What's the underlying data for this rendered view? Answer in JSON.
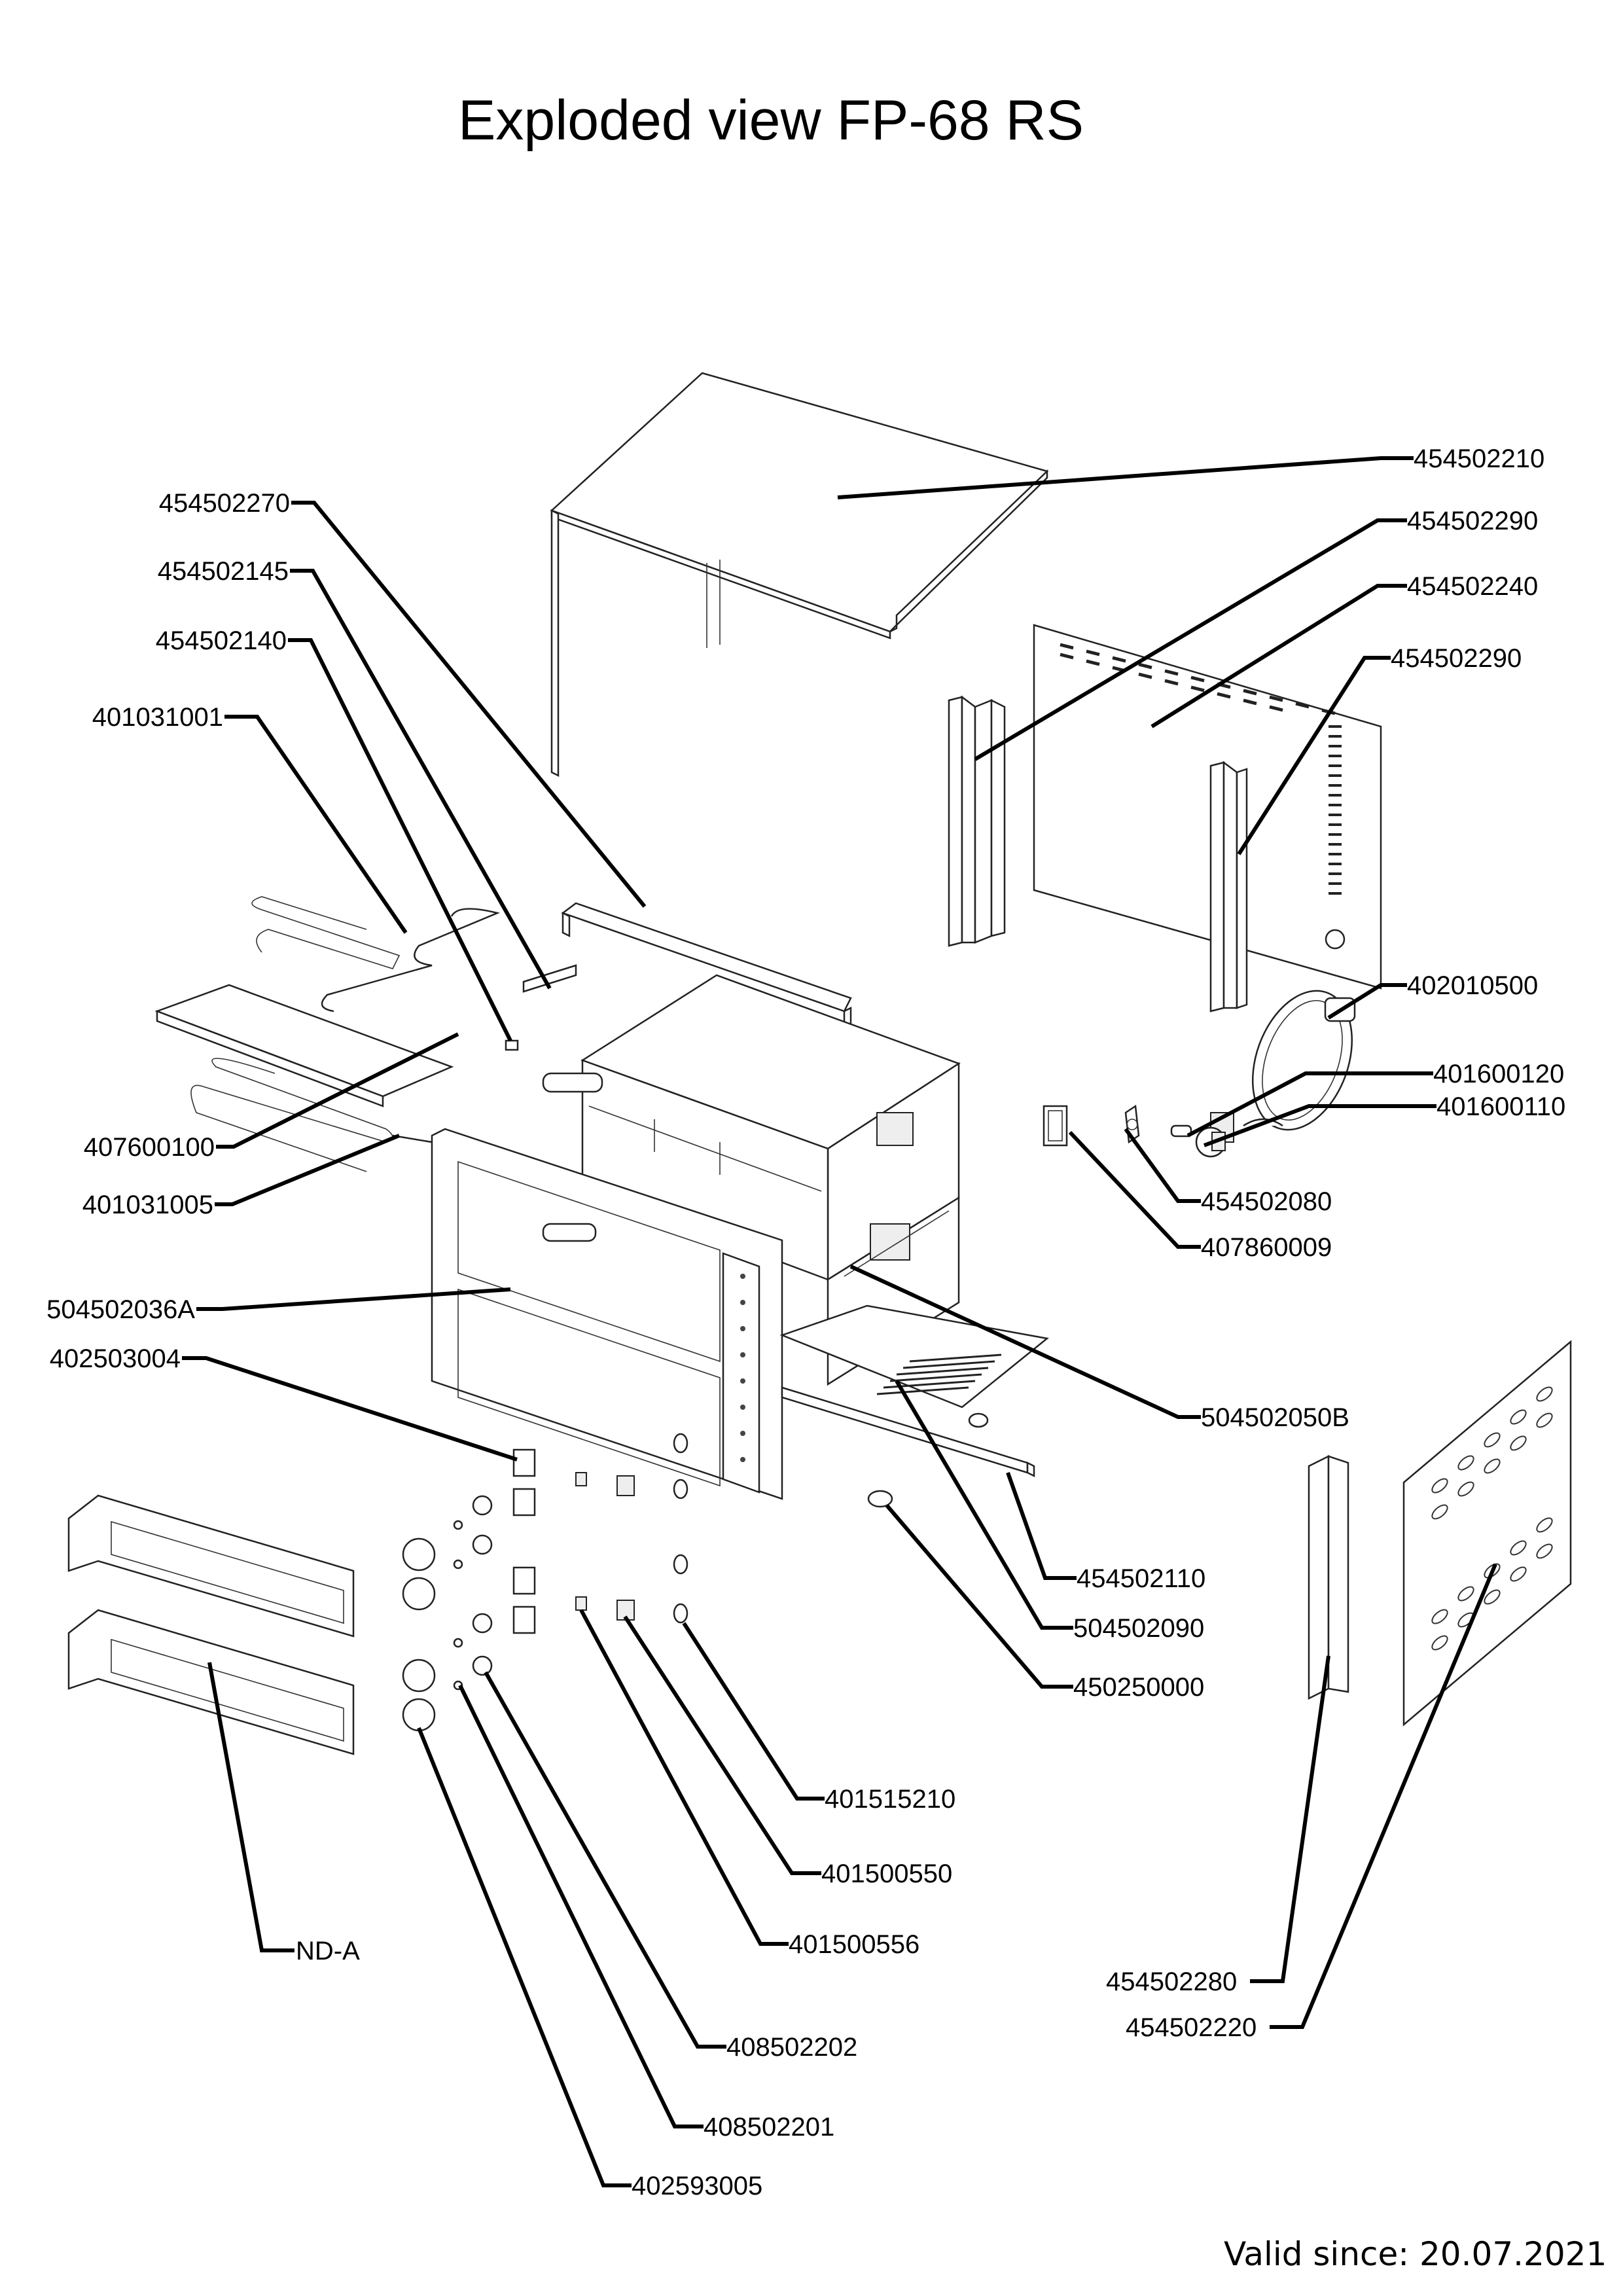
{
  "document": {
    "title": "Exploded view FP-68 RS",
    "footer": "Valid since: 20.07.2021"
  },
  "callouts": [
    {
      "id": "c-454502210",
      "label": "454502210",
      "part": "top-cover"
    },
    {
      "id": "c-454502290-a",
      "label": "454502290",
      "part": "rear-rail-left"
    },
    {
      "id": "c-454502240",
      "label": "454502240",
      "part": "back-panel"
    },
    {
      "id": "c-454502290-b",
      "label": "454502290",
      "part": "rear-rail-right"
    },
    {
      "id": "c-402010500",
      "label": "402010500",
      "part": "cable-assembly"
    },
    {
      "id": "c-401600120",
      "label": "401600120",
      "part": "fuse"
    },
    {
      "id": "c-401600110",
      "label": "401600110",
      "part": "thermostat"
    },
    {
      "id": "c-454502080",
      "label": "454502080",
      "part": "mounting-plate"
    },
    {
      "id": "c-407860009",
      "label": "407860009",
      "part": "gasket"
    },
    {
      "id": "c-504502050B",
      "label": "504502050B",
      "part": "lower-chamber"
    },
    {
      "id": "c-454502110",
      "label": "454502110",
      "part": "side-rail"
    },
    {
      "id": "c-504502090",
      "label": "504502090",
      "part": "bottom-tray"
    },
    {
      "id": "c-450250000",
      "label": "450250000",
      "part": "foot"
    },
    {
      "id": "c-401515210",
      "label": "401515210",
      "part": "indicator-lamp"
    },
    {
      "id": "c-401500550",
      "label": "401500550",
      "part": "rocker-switch-large"
    },
    {
      "id": "c-401500556",
      "label": "401500556",
      "part": "rocker-switch-small"
    },
    {
      "id": "c-408502202",
      "label": "408502202",
      "part": "knob-ring"
    },
    {
      "id": "c-408502201",
      "label": "408502201",
      "part": "knob-bezel"
    },
    {
      "id": "c-402593005",
      "label": "402593005",
      "part": "control-knob"
    },
    {
      "id": "c-454502280",
      "label": "454502280",
      "part": "side-rail-right"
    },
    {
      "id": "c-454502220",
      "label": "454502220",
      "part": "side-panel-right"
    },
    {
      "id": "c-454502270",
      "label": "454502270",
      "part": "top-bracket"
    },
    {
      "id": "c-454502145",
      "label": "454502145",
      "part": "heater-bracket"
    },
    {
      "id": "c-454502140",
      "label": "454502140",
      "part": "heater-clip"
    },
    {
      "id": "c-401031001",
      "label": "401031001",
      "part": "upper-heating-element"
    },
    {
      "id": "c-407600100",
      "label": "407600100",
      "part": "baking-stone"
    },
    {
      "id": "c-401031005",
      "label": "401031005",
      "part": "lower-heating-element"
    },
    {
      "id": "c-504502036A",
      "label": "504502036A",
      "part": "front-frame"
    },
    {
      "id": "c-402503004",
      "label": "402503004",
      "part": "regulator"
    },
    {
      "id": "c-ND-A",
      "label": "ND-A",
      "part": "door"
    }
  ]
}
